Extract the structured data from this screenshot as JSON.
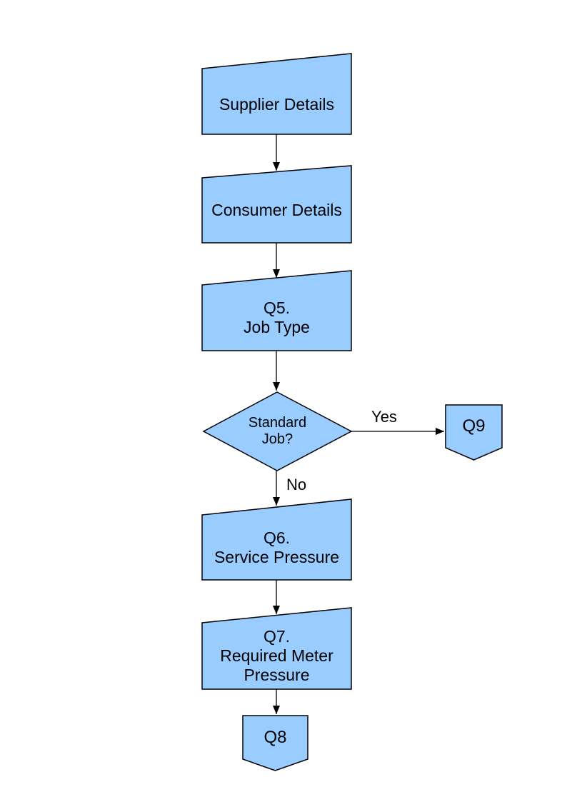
{
  "colors": {
    "node_fill": "#99CCFF",
    "node_border": "#000000",
    "text": "#000000",
    "page_background": "#FFFFFF"
  },
  "nodes": [
    {
      "id": "supplier-details",
      "type": "manual-input",
      "label": "Supplier Details"
    },
    {
      "id": "consumer-details",
      "type": "manual-input",
      "label": "Consumer Details"
    },
    {
      "id": "q5-job-type",
      "type": "manual-input",
      "label": "Q5.\nJob Type"
    },
    {
      "id": "standard-job-decision",
      "type": "decision",
      "label": "Standard\nJob?"
    },
    {
      "id": "q9-connector",
      "type": "off-page-connector",
      "label": "Q9"
    },
    {
      "id": "q6-service-pressure",
      "type": "manual-input",
      "label": "Q6.\nService Pressure"
    },
    {
      "id": "q7-required-meter-pressure",
      "type": "manual-input",
      "label": "Q7.\nRequired Meter\nPressure"
    },
    {
      "id": "q8-connector",
      "type": "off-page-connector",
      "label": "Q8"
    }
  ],
  "edges": [
    {
      "from": "supplier-details",
      "to": "consumer-details",
      "label": ""
    },
    {
      "from": "consumer-details",
      "to": "q5-job-type",
      "label": ""
    },
    {
      "from": "q5-job-type",
      "to": "standard-job-decision",
      "label": ""
    },
    {
      "from": "standard-job-decision",
      "to": "q9-connector",
      "label": "Yes"
    },
    {
      "from": "standard-job-decision",
      "to": "q6-service-pressure",
      "label": "No"
    },
    {
      "from": "q6-service-pressure",
      "to": "q7-required-meter-pressure",
      "label": ""
    },
    {
      "from": "q7-required-meter-pressure",
      "to": "q8-connector",
      "label": ""
    }
  ]
}
